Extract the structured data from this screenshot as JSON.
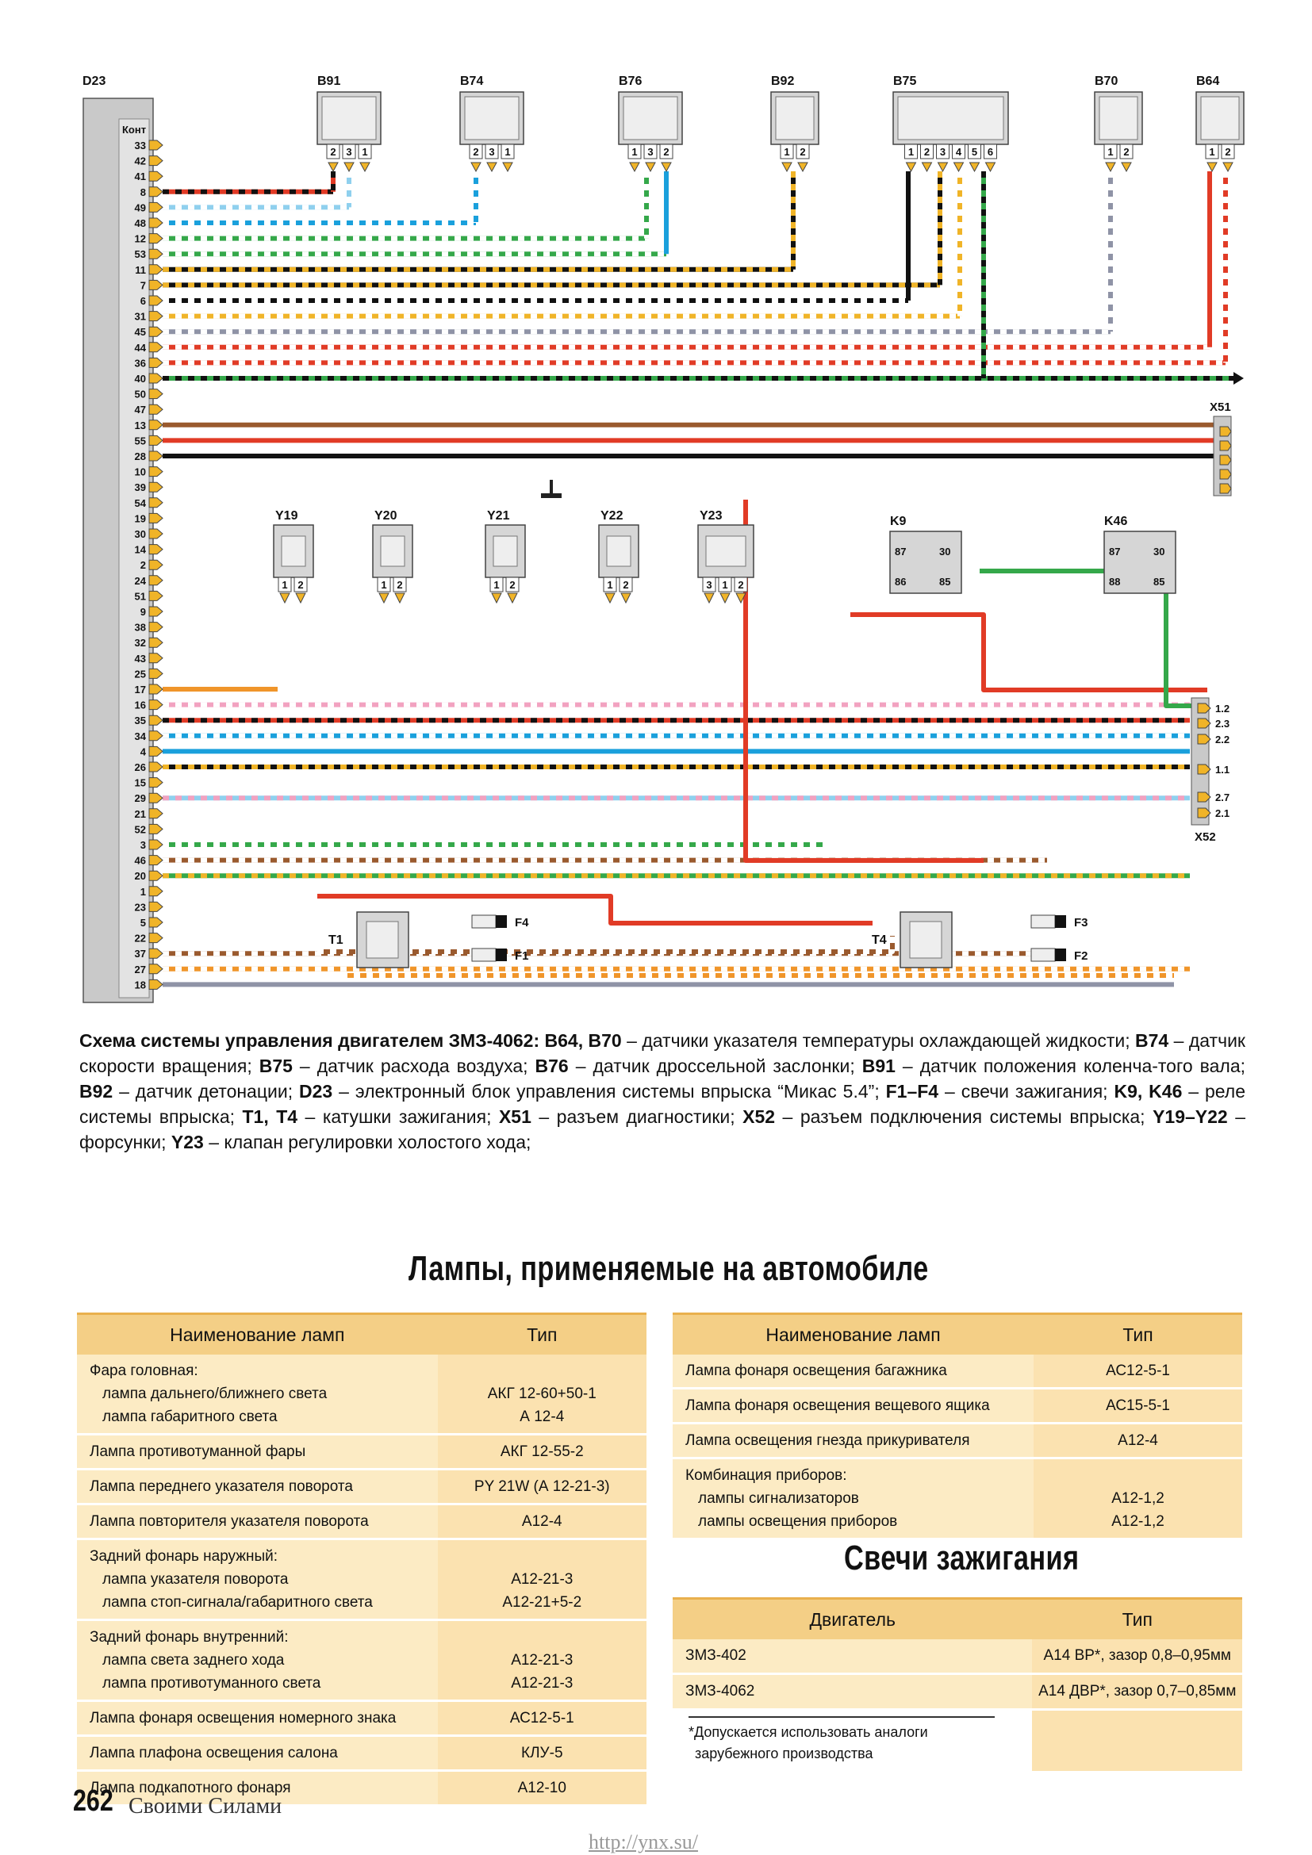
{
  "diagram": {
    "d23_label": "D23",
    "kont_label": "Конт",
    "pins": [
      "33",
      "42",
      "41",
      "8",
      "49",
      "48",
      "12",
      "53",
      "11",
      "7",
      "6",
      "31",
      "45",
      "44",
      "36",
      "40",
      "50",
      "47",
      "13",
      "55",
      "28",
      "10",
      "39",
      "54",
      "19",
      "30",
      "14",
      "2",
      "24",
      "51",
      "9",
      "38",
      "32",
      "43",
      "25",
      "17",
      "16",
      "35",
      "34",
      "4",
      "26",
      "15",
      "29",
      "21",
      "52",
      "3",
      "46",
      "20",
      "1",
      "23",
      "5",
      "22",
      "37",
      "27",
      "18"
    ],
    "sensors": [
      {
        "label": "B91",
        "pins": [
          "2",
          "3",
          "1"
        ]
      },
      {
        "label": "B74",
        "pins": [
          "2",
          "3",
          "1"
        ]
      },
      {
        "label": "B76",
        "pins": [
          "1",
          "3",
          "2"
        ]
      },
      {
        "label": "B92",
        "pins": [
          "1",
          "2"
        ]
      },
      {
        "label": "B75",
        "pins": [
          "1",
          "2",
          "3",
          "4",
          "5",
          "6"
        ]
      },
      {
        "label": "B70",
        "pins": [
          "1",
          "2"
        ]
      },
      {
        "label": "B64",
        "pins": [
          "1",
          "2"
        ]
      }
    ],
    "injectors": [
      {
        "label": "Y19",
        "pins": [
          "1",
          "2"
        ]
      },
      {
        "label": "Y20",
        "pins": [
          "1",
          "2"
        ]
      },
      {
        "label": "Y21",
        "pins": [
          "1",
          "2"
        ]
      },
      {
        "label": "Y22",
        "pins": [
          "1",
          "2"
        ]
      },
      {
        "label": "Y23",
        "pins": [
          "3",
          "1",
          "2"
        ]
      }
    ],
    "relays": [
      {
        "label": "K9",
        "pins": [
          "87",
          "30",
          "86",
          "85"
        ]
      },
      {
        "label": "K46",
        "pins": [
          "87",
          "30",
          "88",
          "85"
        ]
      }
    ],
    "x51_label": "X51",
    "x52_label": "X52",
    "x52_pins": [
      "1.2",
      "2.3",
      "2.2",
      "1.1",
      "2.7",
      "2.1"
    ],
    "coils": [
      {
        "label": "T1"
      },
      {
        "label": "T4"
      }
    ],
    "plugs": [
      "F4",
      "F1",
      "F3",
      "F2"
    ]
  },
  "caption": {
    "lead": "Схема системы управления двигателем ЗМЗ-4062:",
    "parts": [
      {
        "b": " B64, B70",
        "t": " – датчики указателя температуры охлаждающей жидкости; "
      },
      {
        "b": "B74",
        "t": " – датчик скорости вращения; "
      },
      {
        "b": "B75",
        "t": " – датчик расхода воздуха; "
      },
      {
        "b": "B76",
        "t": " – датчик дроссельной заслонки; "
      },
      {
        "b": "B91",
        "t": " – датчик положения коленча-того вала; "
      },
      {
        "b": "B92",
        "t": " – датчик детонации; "
      },
      {
        "b": "D23",
        "t": " – электронный блок управления системы впрыска “Микас 5.4”; "
      },
      {
        "b": "F1–F4",
        "t": " – свечи зажигания; "
      },
      {
        "b": "K9, K46",
        "t": " – реле системы впрыска; "
      },
      {
        "b": "T1, T4",
        "t": " – катушки зажигания; "
      },
      {
        "b": "X51",
        "t": " – разъем диагностики; "
      },
      {
        "b": "X52",
        "t": " – разъем подключения системы впрыска; "
      },
      {
        "b": "Y19–Y22",
        "t": " – форсунки; "
      },
      {
        "b": "Y23",
        "t": " – клапан регулировки холостого хода;"
      }
    ]
  },
  "lamps": {
    "title": "Лампы, применяемые на автомобиле",
    "col_name": "Наименование ламп",
    "col_type": "Тип",
    "left_rows": [
      {
        "name": "Фара головная:",
        "subs": [
          "лампа дальнего/ближнего света",
          "лампа габаритного света"
        ],
        "types": [
          "АКГ 12-60+50-1",
          "А 12-4"
        ]
      },
      {
        "name": "Лампа противотуманной фары",
        "subs": [],
        "types": [
          "АКГ 12-55-2"
        ]
      },
      {
        "name": "Лампа переднего указателя поворота",
        "subs": [],
        "types": [
          "PY 21W (А 12-21-3)"
        ]
      },
      {
        "name": "Лампа повторителя указателя поворота",
        "subs": [],
        "types": [
          "А12-4"
        ]
      },
      {
        "name": "Задний фонарь наружный:",
        "subs": [
          "лампа указателя поворота",
          "лампа стоп-сигнала/габаритного света"
        ],
        "types": [
          "А12-21-3",
          "А12-21+5-2"
        ]
      },
      {
        "name": "Задний фонарь внутренний:",
        "subs": [
          "лампа света заднего хода",
          "лампа противотуманного света"
        ],
        "types": [
          "А12-21-3",
          "А12-21-3"
        ]
      },
      {
        "name": "Лампа фонаря освещения номерного знака",
        "subs": [],
        "types": [
          "АС12-5-1"
        ]
      },
      {
        "name": "Лампа плафона освещения салона",
        "subs": [],
        "types": [
          "КЛУ-5"
        ]
      },
      {
        "name": "Лампа подкапотного фонаря",
        "subs": [],
        "types": [
          "А12-10"
        ]
      }
    ],
    "right_rows": [
      {
        "name": "Лампа фонаря освещения багажника",
        "subs": [],
        "types": [
          "АС12-5-1"
        ]
      },
      {
        "name": "Лампа фонаря освещения вещевого ящика",
        "subs": [],
        "types": [
          "АС15-5-1"
        ]
      },
      {
        "name": "Лампа освещения гнезда прикуривателя",
        "subs": [],
        "types": [
          "А12-4"
        ]
      },
      {
        "name": "Комбинация приборов:",
        "subs": [
          "лампы сигнализаторов",
          "лампы освещения приборов"
        ],
        "types": [
          "А12-1,2",
          "А12-1,2"
        ]
      }
    ]
  },
  "plugs": {
    "title": "Свечи зажигания",
    "col_engine": "Двигатель",
    "col_type": "Тип",
    "rows": [
      {
        "engine": "ЗМЗ-402",
        "type": "А14 ВР*, зазор 0,8–0,95мм"
      },
      {
        "engine": "ЗМЗ-4062",
        "type": "А14 ДВР*, зазор 0,7–0,85мм"
      }
    ],
    "note_1": "*Допускается использовать аналоги",
    "note_2": "зарубежного производства"
  },
  "footer": {
    "page": "262",
    "brand": "Своими Силами",
    "url": "http://ynx.su/"
  }
}
